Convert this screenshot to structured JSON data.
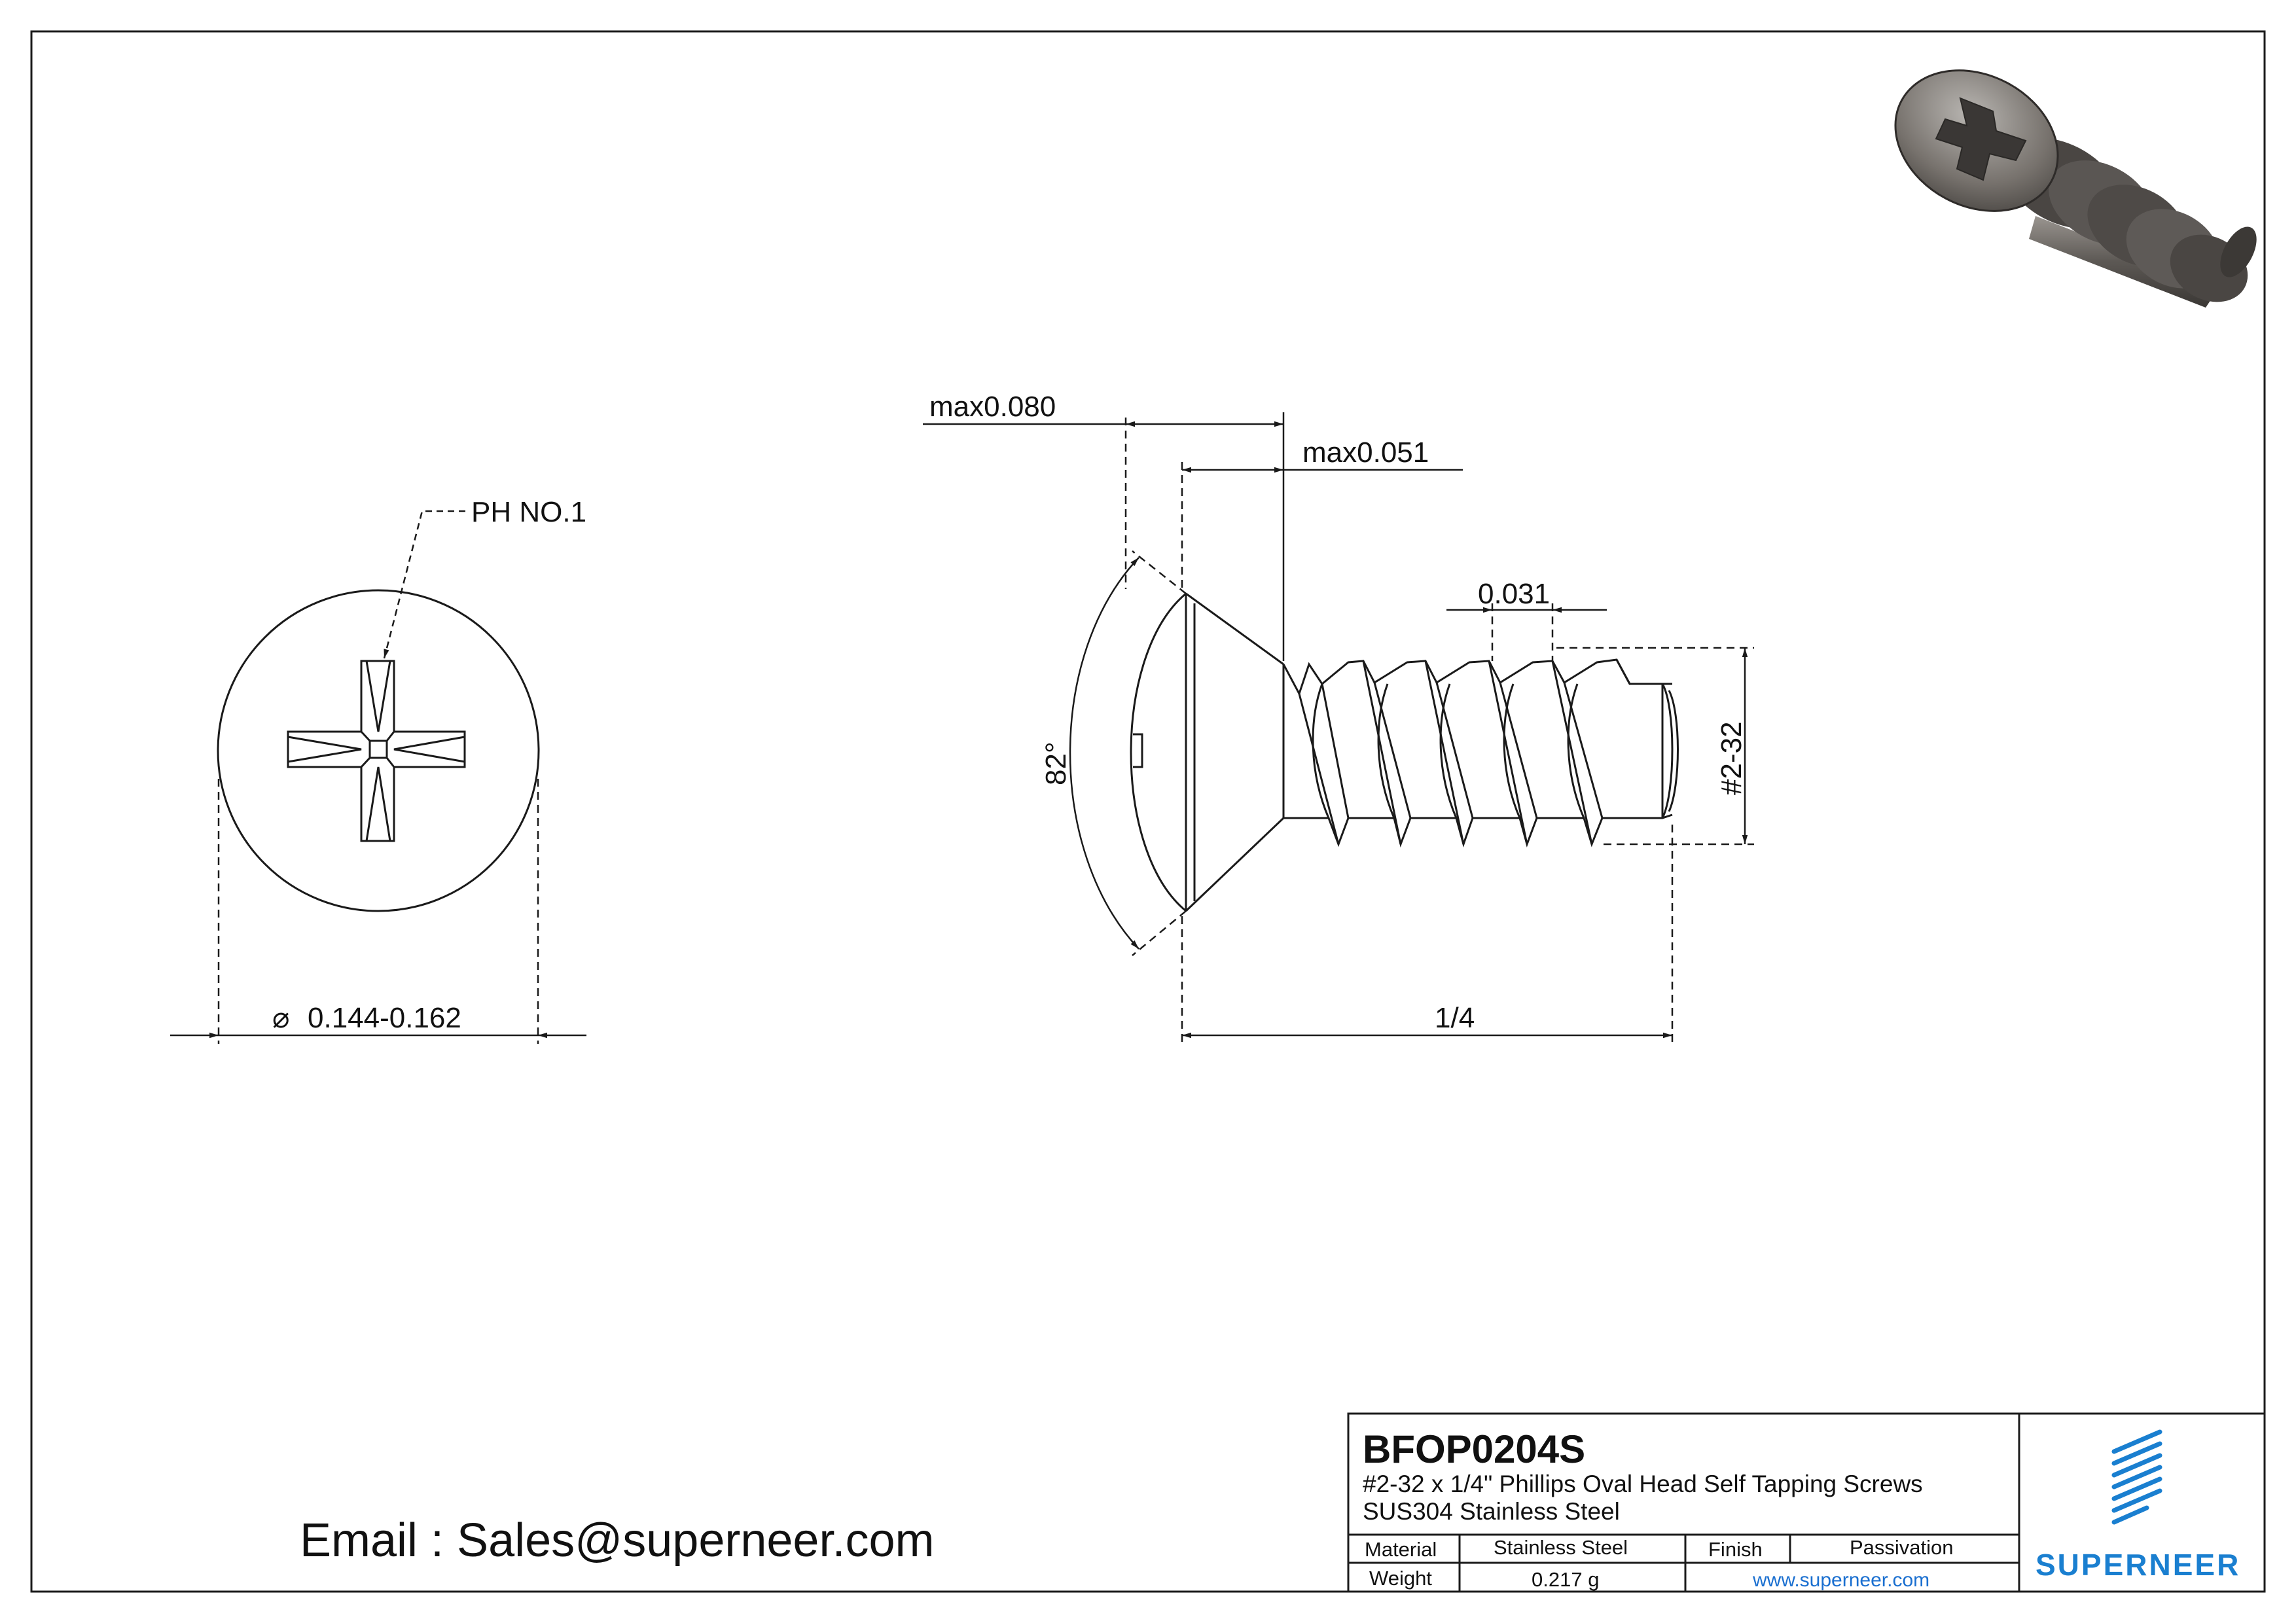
{
  "drawing": {
    "callout_drive": "PH NO.1",
    "dim_head_diameter": "0.144-0.162",
    "dim_head_height": "max0.080",
    "dim_countersink_depth": "max0.051",
    "dim_thread_pitch": "0.031",
    "dim_thread_size": "#2-32",
    "dim_angle": "82°",
    "dim_length": "1/4",
    "diameter_symbol": "⌀"
  },
  "contact": {
    "email": "Email : Sales@superneer.com"
  },
  "title_block": {
    "part_number": "BFOP0204S",
    "description": "#2-32 x 1/4\" Phillips Oval Head Self Tapping Screws",
    "material_desc": "SUS304 Stainless Steel",
    "material_label": "Material",
    "material_value": "Stainless Steel",
    "finish_label": "Finish",
    "finish_value": "Passivation",
    "weight_label": "Weight",
    "weight_value": "0.217 g",
    "website": "www.superneer.com",
    "brand": "SUPERNEER"
  },
  "colors": {
    "line": "#1a1a1a",
    "brand_blue": "#1a7fd0",
    "screw_render": "#6e6a66"
  },
  "icons": {
    "logo": "superneer-stripes-logo",
    "preview": "screw-3d-render"
  }
}
